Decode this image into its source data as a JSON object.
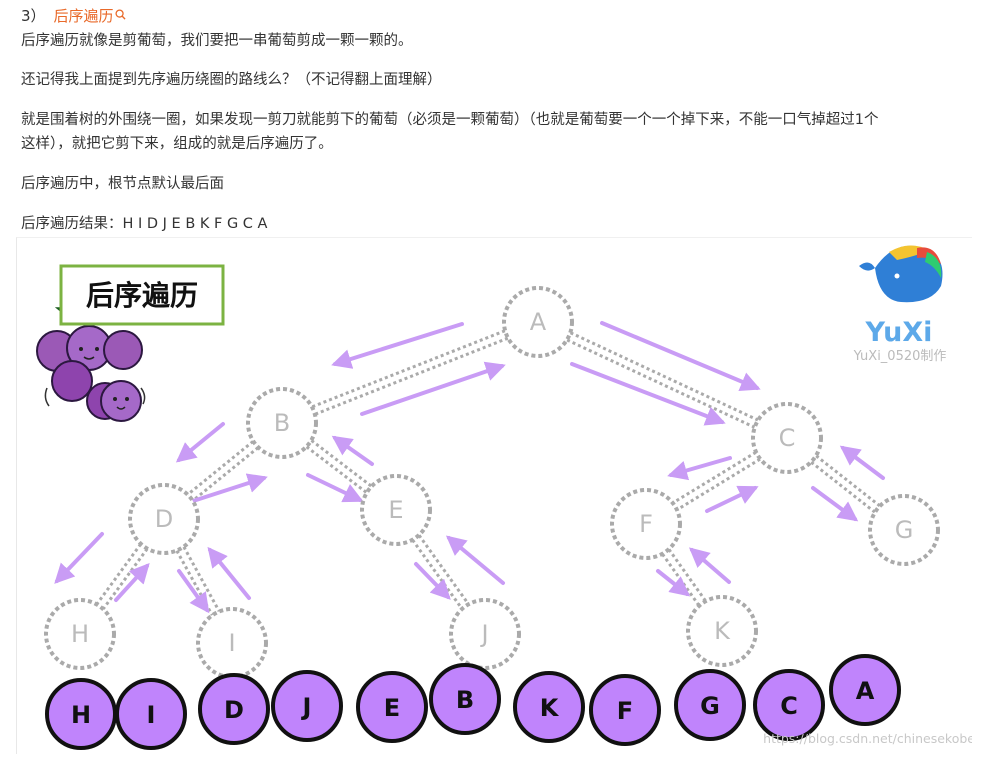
{
  "heading": {
    "number": "3）",
    "link_text": "后序遍历"
  },
  "paragraphs": {
    "p1": "后序遍历就像是剪葡萄，我们要把一串葡萄剪成一颗一颗的。",
    "p2": "还记得我上面提到先序遍历绕圈的路线么？（不记得翻上面理解）",
    "p3_line1": "就是围着树的外围绕一圈，如果发现一剪刀就能剪下的葡萄（必须是一颗葡萄）（也就是葡萄要一个一个掉下来，不能一口气掉超过1个",
    "p3_line2": "这样），就把它剪下来，组成的就是后序遍历了。",
    "p4": "后序遍历中，根节点默认最后面",
    "p5": "后序遍历结果：H I D J E B K F G C A"
  },
  "figure": {
    "title": "后序遍历",
    "brand_name": "YuXi",
    "brand_sub": "YuXi_0520制作",
    "watermark": "https://blog.csdn.net/chinesekobe",
    "colors": {
      "node_outline": "#aaaaaa",
      "node_text": "#bbbbbb",
      "arrow": "#c99cf5",
      "bead_fill": "#c084fc",
      "bead_outline": "#111111",
      "title_border": "#7cb342",
      "grape": "#9b59b6"
    },
    "tree": {
      "nodes": [
        "A",
        "B",
        "C",
        "D",
        "E",
        "F",
        "G",
        "H",
        "I",
        "J",
        "K"
      ],
      "edges": [
        [
          "A",
          "B"
        ],
        [
          "A",
          "C"
        ],
        [
          "B",
          "D"
        ],
        [
          "B",
          "E"
        ],
        [
          "C",
          "F"
        ],
        [
          "C",
          "G"
        ],
        [
          "D",
          "H"
        ],
        [
          "D",
          "I"
        ],
        [
          "E",
          "J"
        ],
        [
          "F",
          "K"
        ]
      ]
    },
    "result_beads": [
      "H",
      "I",
      "D",
      "J",
      "E",
      "B",
      "K",
      "F",
      "G",
      "C",
      "A"
    ]
  }
}
